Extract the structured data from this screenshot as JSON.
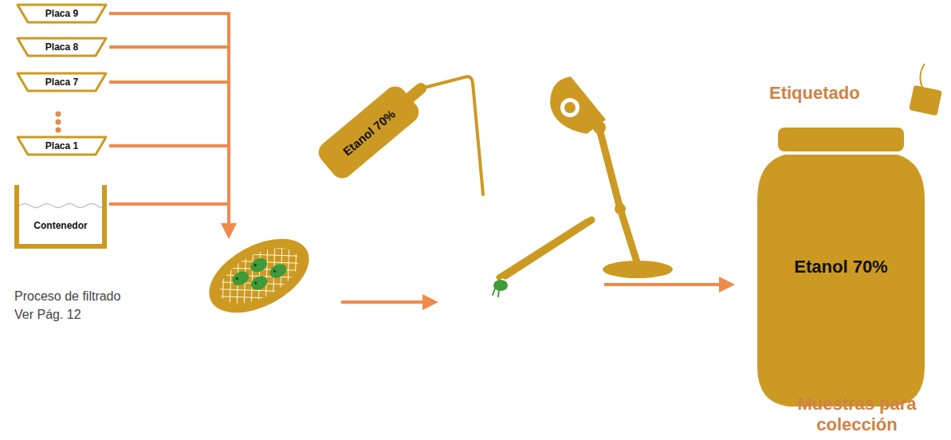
{
  "diagram": {
    "nodes": [
      {
        "text": [
          "Placa 9"
        ]
      },
      {
        "text": [
          "Placa 8"
        ]
      },
      {
        "text": [
          "Placa 7"
        ]
      },
      {
        "text": [
          "Placa 1"
        ]
      },
      {
        "text": [
          "Contenedor"
        ]
      },
      {
        "text": [
          "Etanol 70%"
        ]
      },
      {
        "text": [
          "Etanol 70%"
        ]
      }
    ],
    "labels": [
      "Proceso de filtrado Ver Pág. 12",
      "Etiquetado",
      "Muestras para colección"
    ]
  }
}
